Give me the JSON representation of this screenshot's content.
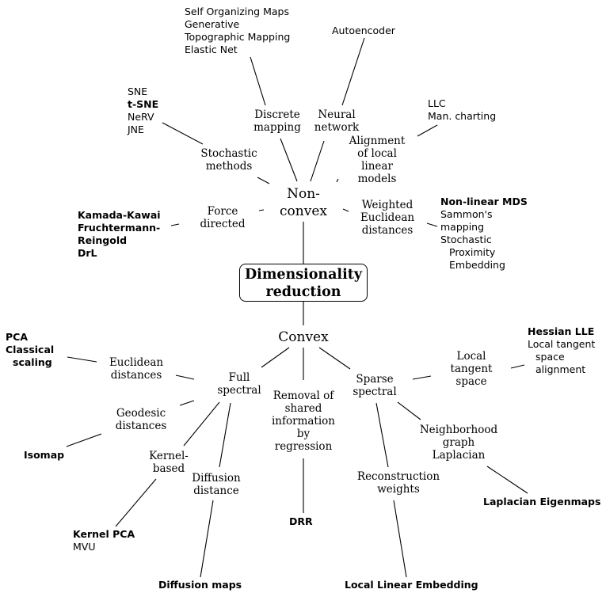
{
  "root": {
    "line1": "Dimensionality",
    "line2": "reduction"
  },
  "branches": {
    "nonconvex": {
      "line1": "Non-",
      "line2": "convex"
    },
    "convex": {
      "label": "Convex"
    }
  },
  "nonconvex_categories": {
    "discrete_mapping": {
      "lines": [
        "Discrete",
        "mapping"
      ]
    },
    "neural_network": {
      "lines": [
        "Neural",
        "network"
      ]
    },
    "alignment": {
      "lines": [
        "Alignment",
        "of local",
        "linear",
        "models"
      ]
    },
    "stochastic": {
      "lines": [
        "Stochastic",
        "methods"
      ]
    },
    "force_directed": {
      "lines": [
        "Force",
        "directed"
      ]
    },
    "weighted_euclidean": {
      "lines": [
        "Weighted",
        "Euclidean",
        "distances"
      ]
    }
  },
  "nonconvex_methods": {
    "discrete_mapping": [
      {
        "text": "Self Organizing Maps",
        "bold": false
      },
      {
        "text": "Generative",
        "bold": false
      },
      {
        "text": "Topographic Mapping",
        "bold": false
      },
      {
        "text": "Elastic Net",
        "bold": false
      }
    ],
    "neural_network": [
      {
        "text": "Autoencoder",
        "bold": false
      }
    ],
    "alignment": [
      {
        "text": "LLC",
        "bold": false
      },
      {
        "text": "Man. charting",
        "bold": false
      }
    ],
    "stochastic": [
      {
        "text": "SNE",
        "bold": false
      },
      {
        "text": "t-SNE",
        "bold": true
      },
      {
        "text": "NeRV",
        "bold": false
      },
      {
        "text": "JNE",
        "bold": false
      }
    ],
    "force_directed": [
      {
        "text": "Kamada-Kawai",
        "bold": true
      },
      {
        "text": "Fruchtermann-",
        "bold": true
      },
      {
        "text": "Reingold",
        "bold": true
      },
      {
        "text": "DrL",
        "bold": true
      }
    ],
    "weighted_euclidean": [
      {
        "text": "Non-linear MDS",
        "bold": true
      },
      {
        "text": "Sammon's",
        "bold": false
      },
      {
        "text": "mapping",
        "bold": false
      },
      {
        "text": "Stochastic",
        "bold": false
      },
      {
        "text": "Proximity",
        "bold": false
      },
      {
        "text": "Embedding",
        "bold": false
      }
    ]
  },
  "convex_categories": {
    "full_spectral": {
      "lines": [
        "Full",
        "spectral"
      ]
    },
    "removal": {
      "lines": [
        "Removal of",
        "shared",
        "information",
        "by",
        "regression"
      ]
    },
    "sparse_spectral": {
      "lines": [
        "Sparse",
        "spectral"
      ]
    },
    "euclidean_distances": {
      "lines": [
        "Euclidean",
        "distances"
      ]
    },
    "geodesic_distances": {
      "lines": [
        "Geodesic",
        "distances"
      ]
    },
    "kernel_based": {
      "lines": [
        "Kernel-",
        "based"
      ]
    },
    "diffusion_distance": {
      "lines": [
        "Diffusion",
        "distance"
      ]
    },
    "local_tangent_space": {
      "lines": [
        "Local",
        "tangent",
        "space"
      ]
    },
    "neighborhood_graph": {
      "lines": [
        "Neighborhood",
        "graph",
        "Laplacian"
      ]
    },
    "reconstruction_weights": {
      "lines": [
        "Reconstruction",
        "weights"
      ]
    }
  },
  "convex_methods": {
    "euclidean_distances": [
      {
        "text": "PCA",
        "bold": true
      },
      {
        "text": "Classical",
        "bold": true
      },
      {
        "text": "scaling",
        "bold": true
      }
    ],
    "geodesic_distances": [
      {
        "text": "Isomap",
        "bold": true
      }
    ],
    "kernel_based": [
      {
        "text": "Kernel PCA",
        "bold": true
      },
      {
        "text": "MVU",
        "bold": false
      }
    ],
    "diffusion_distance": [
      {
        "text": "Diffusion maps",
        "bold": true
      }
    ],
    "removal": [
      {
        "text": "DRR",
        "bold": true
      }
    ],
    "reconstruction_weights": [
      {
        "text": "Local Linear Embedding",
        "bold": true
      }
    ],
    "neighborhood_graph": [
      {
        "text": "Laplacian Eigenmaps",
        "bold": true
      }
    ],
    "local_tangent_space": [
      {
        "text": "Hessian LLE",
        "bold": true
      },
      {
        "text": "Local tangent",
        "bold": false
      },
      {
        "text": "space",
        "bold": false
      },
      {
        "text": "alignment",
        "bold": false
      }
    ]
  }
}
